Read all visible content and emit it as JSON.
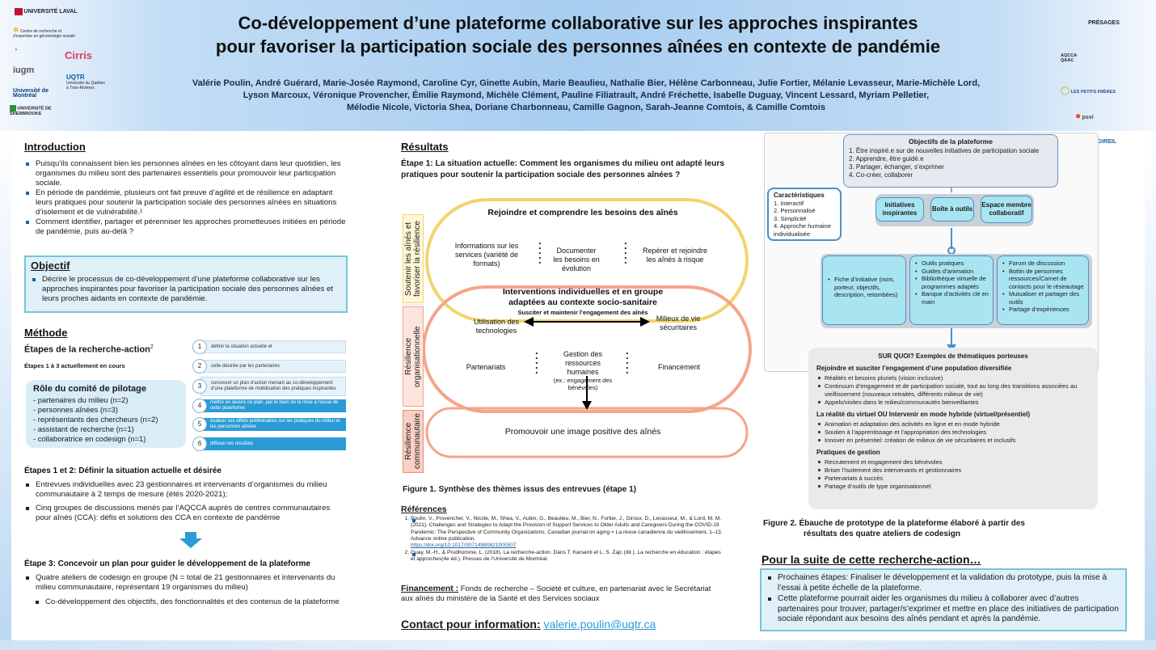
{
  "header": {
    "title_line1": "Co-développement d’une plateforme collaborative sur les approches inspirantes",
    "title_line2": "pour favoriser la participation sociale des personnes aînées en contexte de pandémie",
    "authors_line1": "Valérie Poulin, André Guérard, Marie-Josée Raymond, Caroline Cyr, Ginette Aubin, Marie Beaulieu, Nathalie Bier, Hélène Carbonneau, Julie Fortier, Mélanie Levasseur, Marie-Michèle Lord,",
    "authors_line2": "Lyson Marcoux, Véronique Provencher, Émilie Raymond, Michèle Clément, Pauline Filiatrault, André Fréchette, Isabelle Duguay, Vincent Lessard, Myriam Pelletier,",
    "authors_line3": "Mélodie Nicole, Victoria Shea, Doriane Charbonneau, Camille Gagnon, Sarah-Jeanne Comtois, & Camille Comtois"
  },
  "logos_left": {
    "laval": "UNIVERSITÉ LAVAL",
    "cerg": "Centre de recherche et d’expertise en gérontologie sociale",
    "cirris": "Cirris",
    "iugm": "iugm",
    "uqtr": "UQTR",
    "uqtr_sub": "Université du Québec à Trois-Rivières",
    "udem": "Université de Montréal",
    "sherbrooke": "UNIVERSITÉ DE SHERBROOKE"
  },
  "logos_right": {
    "presages": "PRÉSAGES",
    "aqcca": "AQCCA QAAC",
    "petits_freres": "LES PETITS FRÈRES",
    "psvi": "psvi",
    "gireil": "GIREIL"
  },
  "intro": {
    "heading": "Introduction",
    "items": [
      "Puisqu’ils connaissent bien les personnes aînées en les côtoyant dans leur quotidien, les organismes du milieu sont des partenaires essentiels pour promouvoir leur participation sociale.",
      "En période de pandémie, plusieurs ont fait preuve d’agilité et de résilience en adaptant leurs pratiques pour soutenir la participation sociale des personnes aînées en situations d’isolement et de vulnérabilité.¹",
      "Comment identifier, partager et pérenniser les approches prometteuses initiées en période de pandémie, puis au-delà ?"
    ]
  },
  "objectif": {
    "heading": "Objectif",
    "text": "Décrire le processus de co-développement d’une plateforme collaborative sur les approches inspirantes pour favoriser la participation sociale des personnes aînées et leurs proches aidants en contexte de pandémie."
  },
  "methode": {
    "heading": "Méthode",
    "subheading": "Étapes de la recherche-action",
    "sup": "2",
    "current": "Étapes 1 à 3 actuellement en cours",
    "comite_title": "Rôle du comité de pilotage",
    "comite_items": [
      "- partenaires du milieu (n=2)",
      "- personnes aînées (n=3)",
      "- représentants des chercheurs (n=2)",
      "- assistant de recherche (n=1)",
      "- collaboratrice en codesign (n=1)"
    ],
    "steps": [
      {
        "n": "1",
        "text": "définir la situation actuelle et"
      },
      {
        "n": "2",
        "text": "celle désirée par les partenaires"
      },
      {
        "n": "3",
        "text": "concevoir un plan d’action menant au co-développement d’une plateforme de mobilisation des pratiques inspirantes"
      },
      {
        "n": "4",
        "text": "mettre en œuvre ce plan, par le biais de la mise à l’essai de cette plateforme"
      },
      {
        "n": "5",
        "text": "évaluer ses effets préliminaires sur les pratiques du milieu et les personnes aînées"
      },
      {
        "n": "6",
        "text": "diffuser les résultats"
      }
    ],
    "etapes12_title": "Étapes 1 et 2: Définir la situation actuelle et désirée",
    "etapes12_items": [
      "Entrevues individuelles avec 23 gestionnaires et intervenants d’organismes du milieu communautaire à 2 temps de mesure (étés 2020-2021);",
      "Cinq groupes de discussions menés par l’AQCCA auprès de centres communautaires pour aînés (CCA): défis et solutions des CCA en contexte de pandémie"
    ],
    "etape3_title": "Étape 3: Concevoir un plan pour guider le développement de la plateforme",
    "etape3_items": [
      "Quatre ateliers de codesign en groupe (N = total de 21 gestionnaires et intervenants du milieu communautaire, représentant 19 organismes du milieu)",
      "Co-développement des objectifs, des fonctionnalités et des contenus de la plateforme"
    ]
  },
  "resultats": {
    "heading": "Résultats",
    "etape1": "Étape 1: La situation actuelle: Comment les organismes du milieu ont adapté leurs pratiques pour soutenir la participation sociale des personnes aînées ?",
    "fig1": {
      "side1": "Soutenir les aînés et favoriser la résilience",
      "side2": "Résilience organisationnelle",
      "side3": "Résilience communautaire",
      "top_title": "Rejoindre et comprendre les besoins des aînés",
      "top_a": "Informations sur les services (variété de formats)",
      "top_b": "Documenter les besoins en évolution",
      "top_c": "Repérer et rejoindre les aînés à risque",
      "mid_title1": "Interventions individuelles et en groupe",
      "mid_title2": "adaptées au contexte socio-sanitaire",
      "mid_sub": "Susciter et maintenir l’engagement des aînés",
      "mid_a": "Utilisation des technologies",
      "mid_b": "Milieux de vie sécuritaires",
      "org_a": "Partenariats",
      "org_b": "Gestion des ressources humaines",
      "org_b2": "(ex.: engagement des bénévoles)",
      "org_c": "Financement",
      "bottom": "Promouvoir une image positive des aînés"
    },
    "fig1_caption": "Figure 1. Synthèse des thèmes issus des entrevues (étape 1)"
  },
  "references": {
    "heading": "Références",
    "items": [
      "Poulin, V., Provencher, V., Nicole, M., Shea, V., Aubin, G., Beaulieu, M., Bier, N., Fortier, J., Giroux, D., Levasseur, M., & Lord, M. M. (2021). Challenges and Strategies to Adapt the Provision of Support Services to Older Adults and Caregivers During the COVID-19 Pandemic: The Perspective of Community Organizations. Canadian journal on aging = La revue canadienne du vieillissement, 1–13. Advance online publication.",
      "Guay, M.-H., & Prudhomme, L. (2018). La recherche-action. Dans T. Karsenti et L. S. Zajc (dir.). La recherche en éducation : étapes et approches(4e éd.). Presses de l’Université de Montréal."
    ],
    "doi": "https://doi.org/10.1017/S0714980821000507"
  },
  "financement": {
    "label": "Financement :",
    "text": "Fonds de recherche – Société et culture, en partenariat avec le Secrétariat aux aînés du ministère de la Santé et des Services sociaux"
  },
  "contact": {
    "label": "Contact pour information:",
    "email": "valerie.poulin@uqtr.ca"
  },
  "fig2": {
    "obj_title": "Objectifs de la plateforme",
    "obj_items": [
      "1.  Être inspiré.e sur de nouvelles initiatives de participation sociale",
      "2.  Apprendre, être guidé.e",
      "3.  Partager, échanger, s’exprimer",
      "4.  Co-créer, collaborer"
    ],
    "car_title": "Caractéristiques",
    "car_items": [
      "1.  Interactif",
      "2.  Personnalisé",
      "3.  Simplicité",
      "4.  Approche humaine individualisée"
    ],
    "sec1": "Initiatives inspirantes",
    "sec2": "Boîte à outils",
    "sec3": "Espace membre collaboratif",
    "col1": [
      "Fiche d’initiative (nom, porteur, objectifs, description, retombées)"
    ],
    "col2": [
      "Outils pratiques",
      "Guides d’animation",
      "Bibliothèque virtuelle de programmes adaptés",
      "Banque d’activités clé en main"
    ],
    "col3": [
      "Forum de discussion",
      "Bottin de personnes ressources/Carnet de contacts pour le réseautage",
      "Mutualiser et partager des outils",
      "Partage d’expériences"
    ],
    "sur_quoi": "SUR QUOI? Exemples de thématiques porteuses",
    "g1_title": "Rejoindre et susciter l’engagement d’une population diversifiée",
    "g1": [
      "Réalités et besoins pluriels (vision inclusive)",
      "Continuum d’engagement et de participation sociale, tout au long des transitions associées au vieillissement (nouveaux retraités, différents milieux de vie)",
      "Appels/visites dans le milieu/communautés bienveillantes"
    ],
    "g2_title": "La réalité du virtuel OU Intervenir en mode hybride (virtuel/présentiel)",
    "g2": [
      "Animation et adaptation des activités en ligne et en mode hybride",
      "Soutien à l’apprentissage et l’appropriation des technologies",
      "Innover en présentiel: création de milieux de vie sécuritaires et inclusifs"
    ],
    "g3_title": "Pratiques de gestion",
    "g3": [
      "Recrutement et engagement des bénévoles",
      "Briser l’isolement des intervenants et gestionnaires",
      "Partenariats à succès",
      "Partage d’outils de type organisationnel"
    ],
    "caption1": "Figure 2. Ébauche de prototype de la plateforme élaboré à partir des",
    "caption2": "résultats des quatre ateliers de codesign"
  },
  "suite": {
    "heading": "Pour la suite de cette recherche-action…",
    "items": [
      "Prochaines étapes: Finaliser le développement et la validation du prototype, puis la mise à l’essai à petite échelle de la plateforme.",
      "Cette plateforme pourrait aider les organismes du milieu à collaborer avec d’autres partenaires pour trouver, partager/s’exprimer et mettre en place des initiatives de participation sociale répondant aux besoins des aînés pendant et après la pandémie."
    ]
  },
  "colors": {
    "accent": "#74c5dd",
    "box_bg": "#dff0f8",
    "step_dark": "#2a9bd6",
    "arrow": "#2a9bd6"
  }
}
